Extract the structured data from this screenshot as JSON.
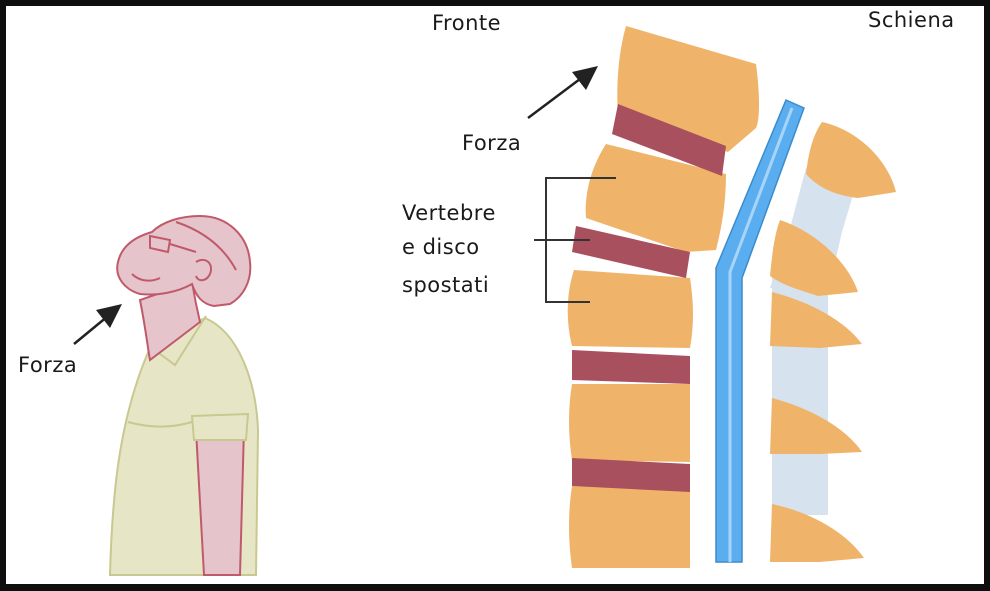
{
  "labels": {
    "front": "Fronte",
    "back": "Schiena",
    "force_spine": "Forza",
    "force_person": "Forza",
    "vertebrae_line1": "Vertebre",
    "vertebrae_line2": "e disco",
    "vertebrae_line3": "spostati"
  },
  "colors": {
    "vertebra": "#efb46a",
    "disc": "#a8505e",
    "spinal_cord": "#5aaef0",
    "ligament": "#d6e2ee",
    "shirt": "#e6e6c6",
    "skin": "#e6c4cc",
    "skin_outline": "#c05a6a"
  }
}
